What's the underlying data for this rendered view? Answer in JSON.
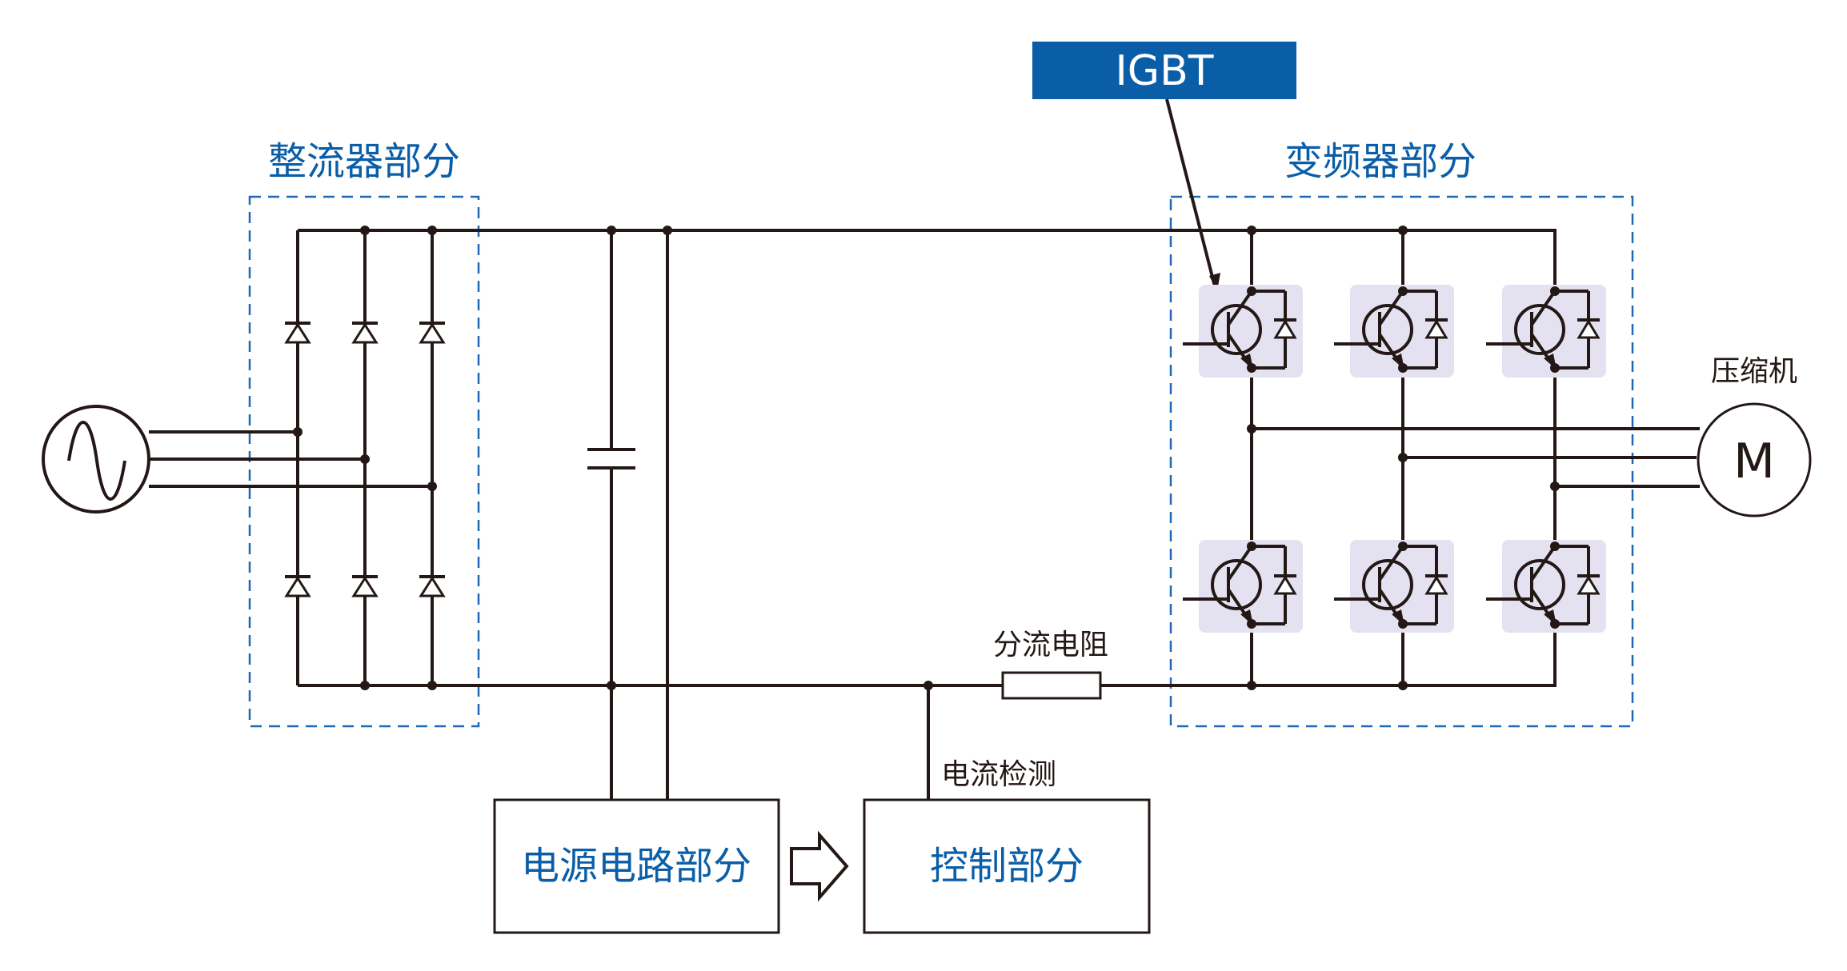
{
  "labels": {
    "rectifier": "整流器部分",
    "inverter": "变频器部分",
    "igbt": "IGBT",
    "compressor": "压缩机",
    "motor": "M",
    "shunt": "分流电阻",
    "current_detect": "电流检测",
    "power_supply": "电源电路部分",
    "control": "控制部分"
  },
  "colors": {
    "accent_blue": "#0a5ea8",
    "igbt_label_bg": "#0a5ea8",
    "igbt_highlight": "#e4e2f0",
    "line": "#231815"
  }
}
